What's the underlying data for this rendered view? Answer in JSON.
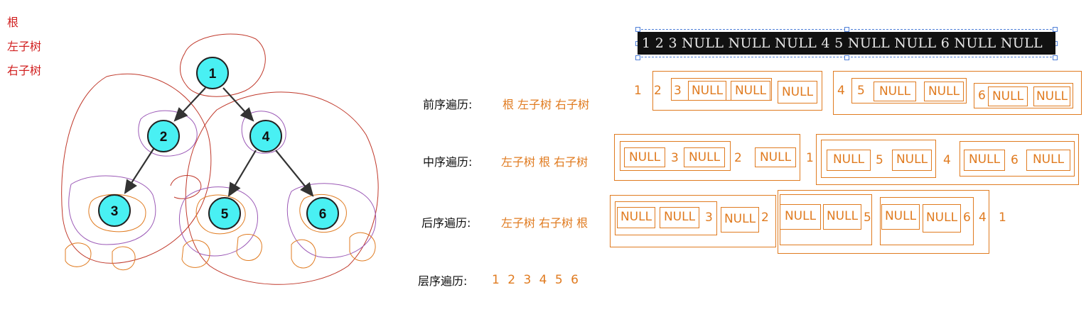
{
  "legend": [
    "根",
    "左子树",
    "右子树"
  ],
  "tree": {
    "nodes": [
      "1",
      "2",
      "4",
      "3",
      "5",
      "6"
    ]
  },
  "terminal": {
    "output": "1 2 3 NULL NULL NULL 4 5 NULL NULL 6 NULL NULL"
  },
  "traversals": {
    "preorder": {
      "label": "前序遍历:",
      "desc": "根 左子树 右子树",
      "tokens": [
        "1",
        "2",
        "3",
        "NULL",
        "NULL",
        "NULL",
        "4",
        "5",
        "NULL",
        "NULL",
        "6",
        "NULL",
        "NULL"
      ]
    },
    "inorder": {
      "label": "中序遍历:",
      "desc": "左子树 根 右子树",
      "tokens": [
        "NULL",
        "3",
        "NULL",
        "2",
        "NULL",
        "1",
        "NULL",
        "5",
        "NULL",
        "4",
        "NULL",
        "6",
        "NULL"
      ]
    },
    "postorder": {
      "label": "后序遍历:",
      "desc": "左子树 右子树 根",
      "tokens": [
        "NULL",
        "NULL",
        "3",
        "NULL",
        "2",
        "NULL",
        "NULL",
        "5",
        "NULL",
        "NULL",
        "6",
        "4",
        "1"
      ]
    },
    "levelorder": {
      "label": "层序遍历:",
      "seq": "1 2 3 4 5 6"
    }
  },
  "colors": {
    "node_fill": "#49f0f3",
    "annotation_orange": "#e07b20",
    "annotation_red": "#c0392b",
    "annotation_purple": "#9b59b6"
  }
}
